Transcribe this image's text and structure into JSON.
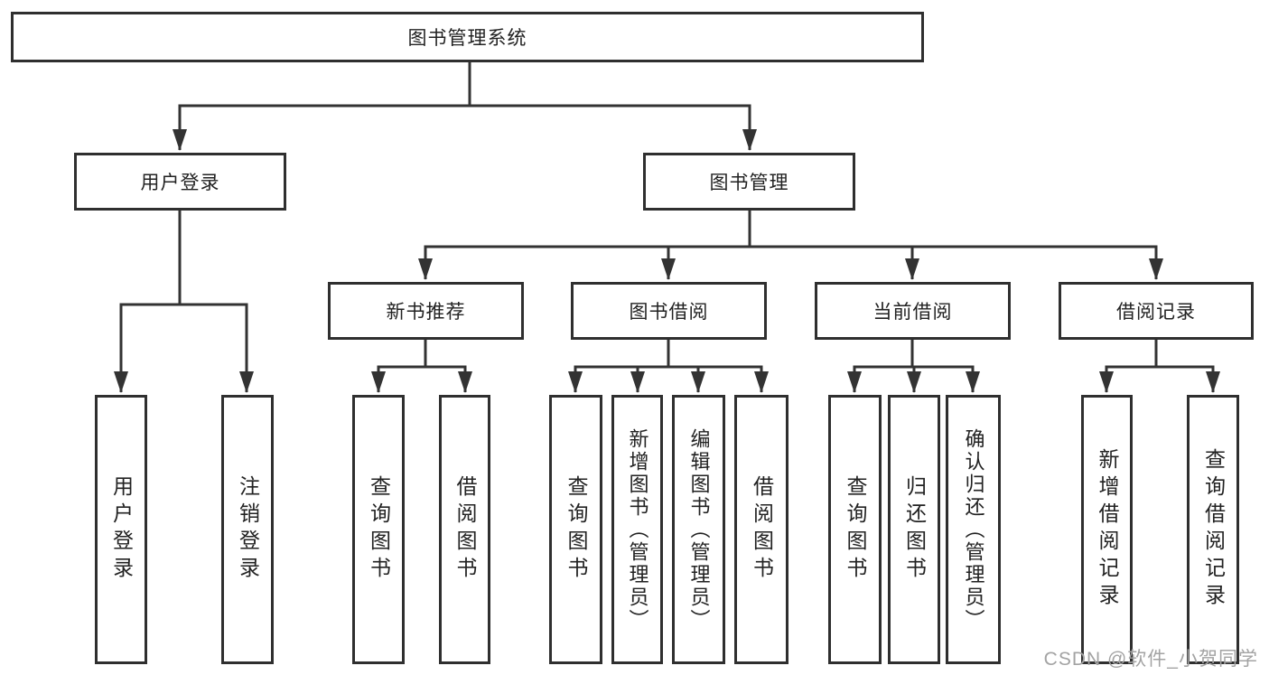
{
  "colors": {
    "line": "#333333",
    "box_border": "#2f2f2f",
    "text": "#222222",
    "watermark": "#a3a3a3",
    "background": "#ffffff"
  },
  "tree": {
    "root": {
      "label": "图书管理系统"
    },
    "branches": [
      {
        "label": "用户登录",
        "children": [
          {
            "label": "用户登录"
          },
          {
            "label": "注销登录"
          }
        ]
      },
      {
        "label": "图书管理",
        "children": [
          {
            "label": "新书推荐",
            "children": [
              {
                "label": "查询图书"
              },
              {
                "label": "借阅图书"
              }
            ]
          },
          {
            "label": "图书借阅",
            "children": [
              {
                "label": "查询图书"
              },
              {
                "label": "新增图书（管理员）"
              },
              {
                "label": "编辑图书（管理员）"
              },
              {
                "label": "借阅图书"
              }
            ]
          },
          {
            "label": "当前借阅",
            "children": [
              {
                "label": "查询图书"
              },
              {
                "label": "归还图书"
              },
              {
                "label": "确认归还（管理员）"
              }
            ]
          },
          {
            "label": "借阅记录",
            "children": [
              {
                "label": "新增借阅记录"
              },
              {
                "label": "查询借阅记录"
              }
            ]
          }
        ]
      }
    ]
  },
  "watermark": {
    "text": "CSDN @软件_小贺同学"
  }
}
